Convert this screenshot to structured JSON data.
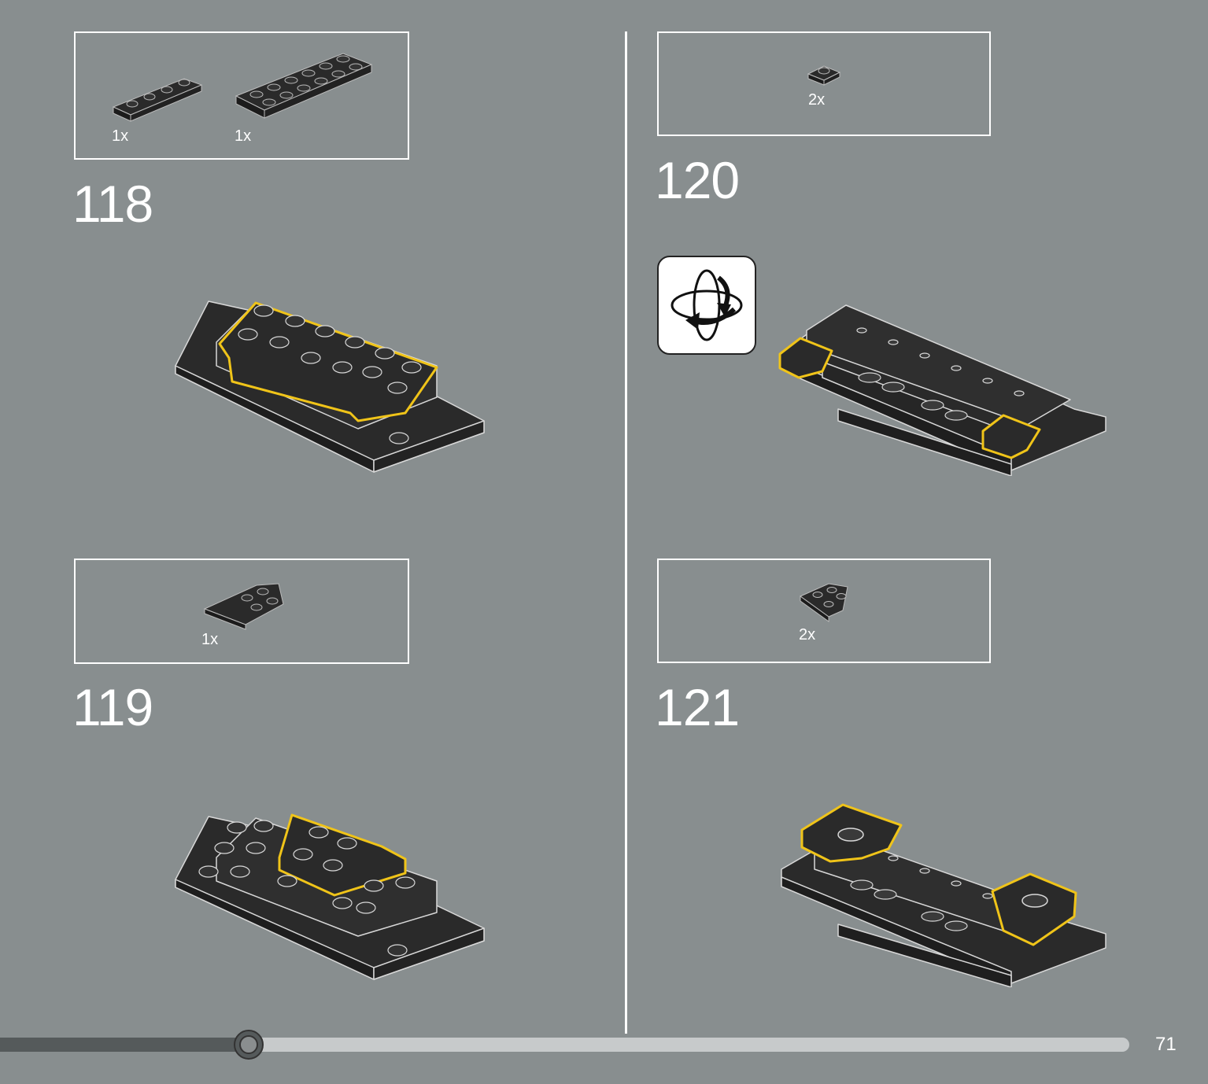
{
  "steps": [
    {
      "number": "118",
      "parts": [
        {
          "qty": "1x",
          "icon": "plate-1x4-icon"
        },
        {
          "qty": "1x",
          "icon": "plate-2x6-icon"
        }
      ]
    },
    {
      "number": "119",
      "parts": [
        {
          "qty": "1x",
          "icon": "wedge-plate-icon"
        }
      ]
    },
    {
      "number": "120",
      "parts": [
        {
          "qty": "2x",
          "icon": "plate-1x1-icon"
        }
      ]
    },
    {
      "number": "121",
      "parts": [
        {
          "qty": "2x",
          "icon": "wedge-plate-2x2-icon"
        }
      ]
    }
  ],
  "rotate_icon": "rotate-model-icon",
  "progress": {
    "fraction": 0.22
  },
  "page_number": "71",
  "colors": {
    "background": "#888e8f",
    "brick": "#2a2a2a",
    "highlight": "#f0c419",
    "outline": "#ffffff"
  }
}
